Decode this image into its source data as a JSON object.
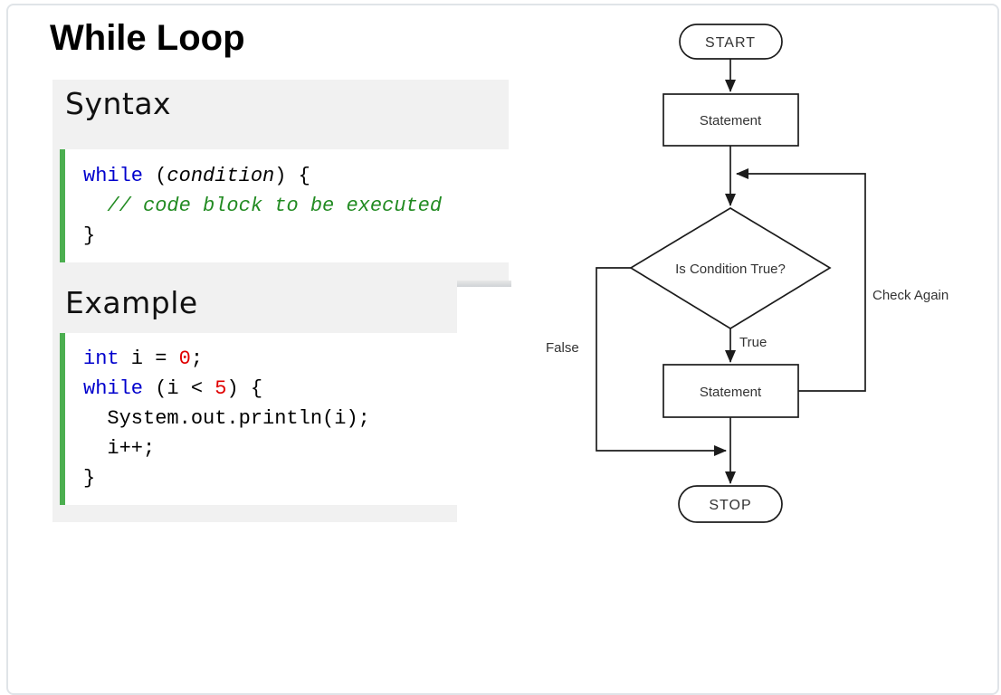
{
  "page": {
    "title": "While Loop"
  },
  "syntax_section": {
    "heading": "Syntax",
    "code": [
      [
        {
          "t": "while",
          "c": "kw"
        },
        {
          "t": " ("
        },
        {
          "t": "condition",
          "c": "it"
        },
        {
          "t": ") {"
        }
      ],
      [
        {
          "t": "  "
        },
        {
          "t": "// code block to be executed",
          "c": "cm"
        }
      ],
      [
        {
          "t": "}"
        }
      ]
    ]
  },
  "example_section": {
    "heading": "Example",
    "code": [
      [
        {
          "t": "int",
          "c": "kw"
        },
        {
          "t": " i = "
        },
        {
          "t": "0",
          "c": "num"
        },
        {
          "t": ";"
        }
      ],
      [
        {
          "t": "while",
          "c": "kw"
        },
        {
          "t": " (i < "
        },
        {
          "t": "5",
          "c": "num"
        },
        {
          "t": ") {"
        }
      ],
      [
        {
          "t": "  System.out.println(i);"
        }
      ],
      [
        {
          "t": "  i++;"
        }
      ],
      [
        {
          "t": "}"
        }
      ]
    ]
  },
  "flowchart": {
    "start_label": "START",
    "statement1_label": "Statement",
    "decision_label": "Is Condition True?",
    "true_label": "True",
    "false_label": "False",
    "check_again_label": "Check Again",
    "statement2_label": "Statement",
    "stop_label": "STOP"
  },
  "colors": {
    "keyword": "#0000cd",
    "number": "#e00000",
    "comment": "#228b22",
    "accent_green": "#4caf50",
    "section_bg": "#f1f1f1",
    "frame": "#e0e4e8",
    "flow_stroke": "#1c1c1c",
    "flow_text": "#333333"
  }
}
